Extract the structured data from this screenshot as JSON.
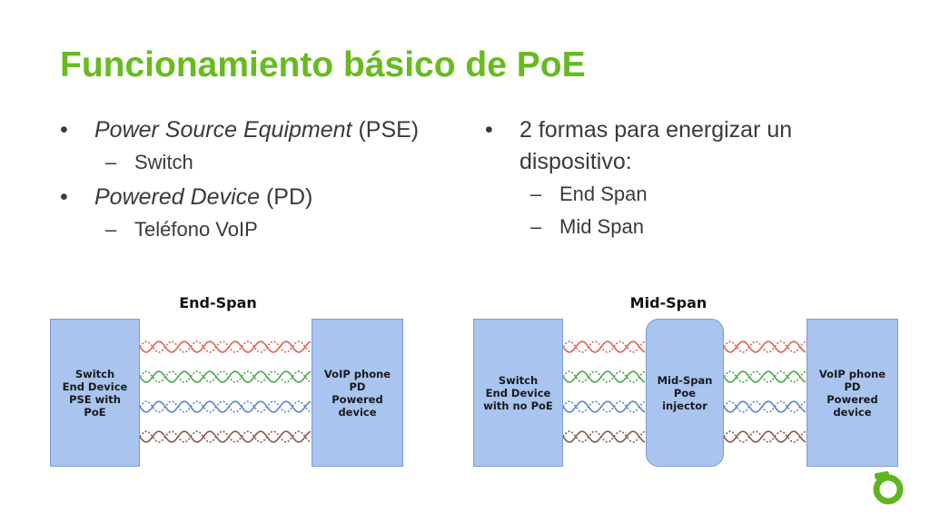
{
  "title": "Funcionamiento básico de PoE",
  "left_column": {
    "bullet1_italic": "Power Source Equipment",
    "bullet1_rest": "(PSE)",
    "sub1": "Switch",
    "bullet2_italic": "Powered Device",
    "bullet2_rest": "(PD)",
    "sub2": "Teléfono VoIP"
  },
  "right_column": {
    "bullet1": "2 formas para energizar un dispositivo:",
    "sub1": "End Span",
    "sub2": "Mid Span"
  },
  "bullet_glyph": "•",
  "dash_glyph": "–",
  "end_span": {
    "title": "End-Span",
    "left_box": "Switch\nEnd Device\nPSE with\nPoE",
    "right_box": "VoIP phone\nPD\nPowered\ndevice"
  },
  "mid_span": {
    "title": "Mid-Span",
    "left_box": "Switch\nEnd Device\nwith no PoE",
    "middle_box": "Mid-Span\nPoe\ninjector",
    "right_box": "VoIP phone\nPD\nPowered\ndevice"
  },
  "wire_colors": [
    "#e0624f",
    "#4aa84a",
    "#5b86c7",
    "#8a5a4a"
  ],
  "colors": {
    "title_green": "#66bb1f",
    "box_blue": "#a8c4ef"
  },
  "logo_icon": "green-ring-logo"
}
